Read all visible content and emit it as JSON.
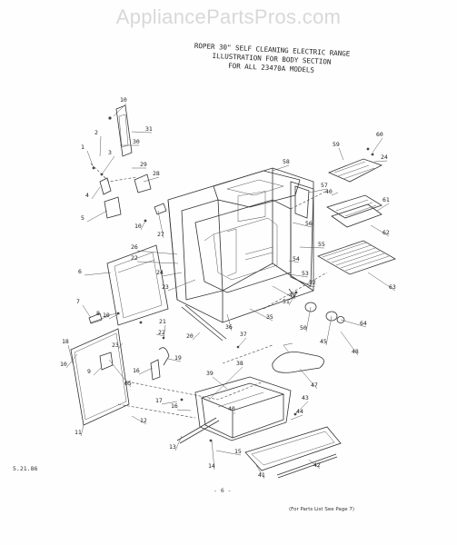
{
  "watermark": "AppliancePartsPros.com",
  "title_lines": [
    "ROPER 30\" SELF CLEANING ELECTRIC RANGE",
    "ILLUSTRATION FOR BODY SECTION",
    "FOR ALL 23470A MODELS"
  ],
  "corner_code": "5.21.86",
  "page_number": "- 6 -",
  "footnote": "(For Parts List See Page 7)",
  "callouts": [
    "10",
    "31",
    "30",
    "2",
    "1",
    "3",
    "29",
    "28",
    "4",
    "5",
    "10",
    "27",
    "58",
    "57",
    "56",
    "55",
    "54",
    "53",
    "49",
    "52",
    "51",
    "50",
    "60",
    "24",
    "59",
    "40",
    "61",
    "62",
    "63",
    "64",
    "45",
    "48",
    "26",
    "22",
    "23",
    "24",
    "6",
    "7",
    "8",
    "10",
    "22",
    "23",
    "21",
    "20",
    "36",
    "37",
    "35",
    "18",
    "65",
    "9",
    "10",
    "19",
    "16",
    "38",
    "17",
    "16",
    "39",
    "40",
    "43",
    "44",
    "11",
    "12",
    "13",
    "14",
    "15",
    "41",
    "42",
    "47"
  ],
  "colors": {
    "ink": "#222222",
    "watermark": "#d8d8d8",
    "paper": "#fefefe"
  }
}
